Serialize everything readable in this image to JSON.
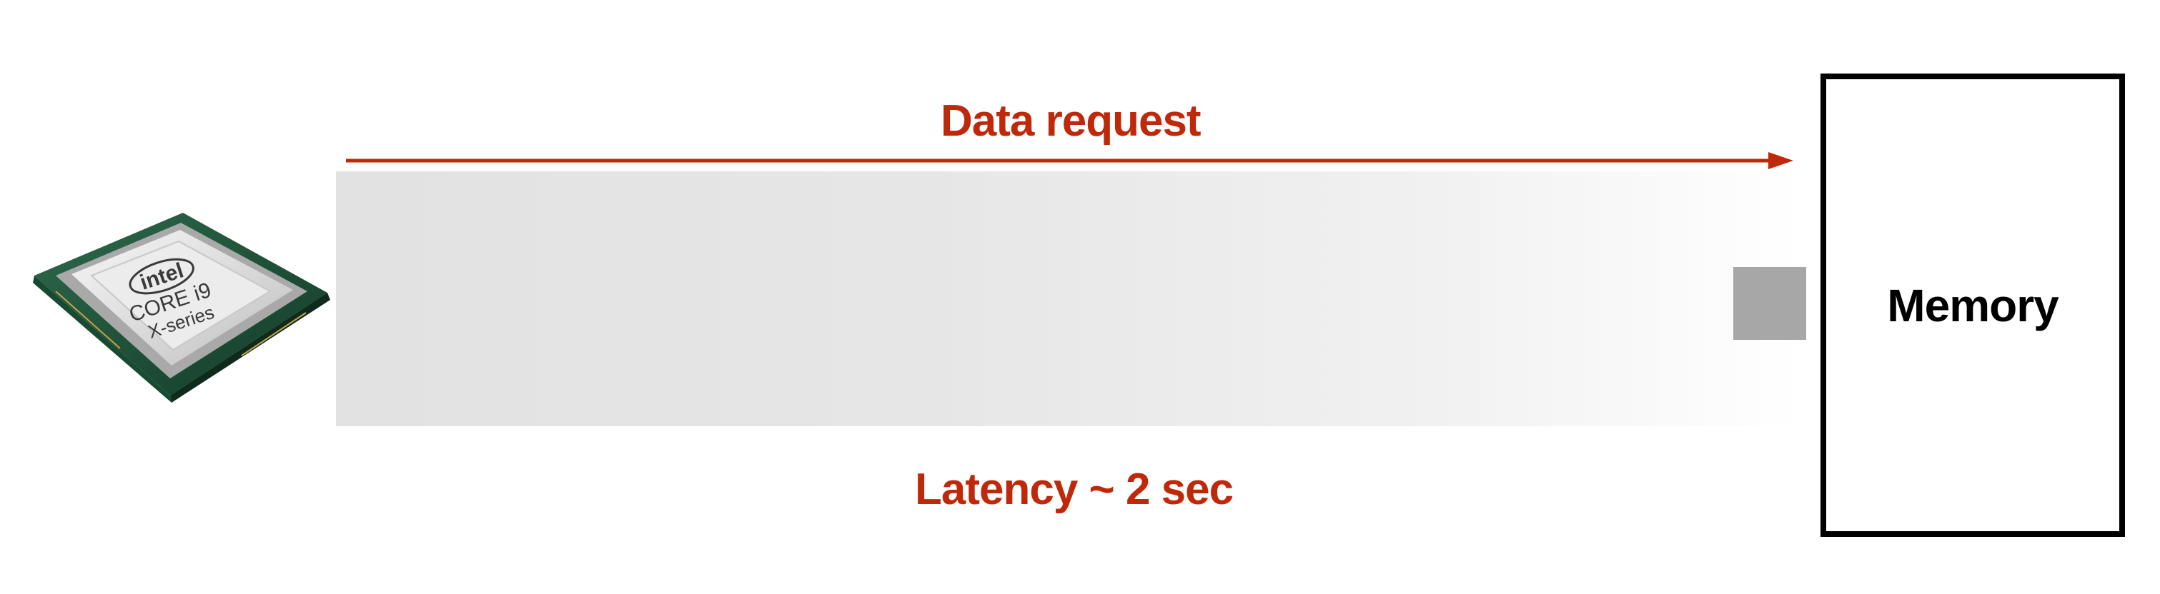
{
  "processor": {
    "brand": "intel",
    "model": "CORE i9",
    "series": "X-series"
  },
  "request": {
    "label": "Data request",
    "color": "#c0280a"
  },
  "latency": {
    "label": "Latency ~ 2 sec",
    "color": "#c0280a"
  },
  "memory": {
    "label": "Memory"
  }
}
